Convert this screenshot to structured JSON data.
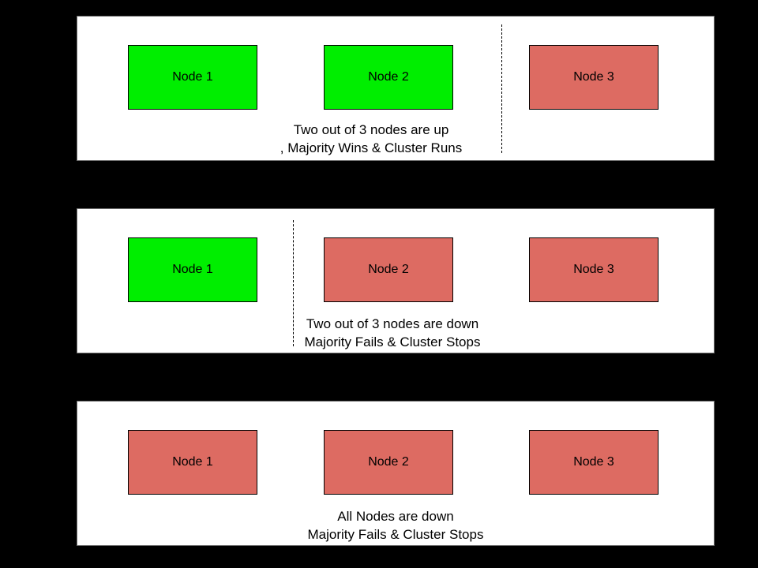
{
  "colors": {
    "background": "#000000",
    "panel_bg": "#ffffff",
    "panel_border": "#6e6e6e",
    "node_up": "#00ee00",
    "node_down": "#dd6b62",
    "node_border": "#000000",
    "text": "#000000"
  },
  "diagram": {
    "panels": [
      {
        "id": "scenario-two-up",
        "nodes": [
          {
            "label": "Node 1",
            "status": "up"
          },
          {
            "label": "Node 2",
            "status": "up"
          },
          {
            "label": "Node 3",
            "status": "down"
          }
        ],
        "partition_line": "between Node 2 and Node 3",
        "caption_line1": "Two out of 3 nodes are up",
        "caption_line2": ", Majority Wins & Cluster Runs"
      },
      {
        "id": "scenario-two-down",
        "nodes": [
          {
            "label": "Node 1",
            "status": "up"
          },
          {
            "label": "Node 2",
            "status": "down"
          },
          {
            "label": "Node 3",
            "status": "down"
          }
        ],
        "partition_line": "between Node 1 and Node 2",
        "caption_line1": "Two out of 3 nodes are down",
        "caption_line2": "Majority Fails & Cluster Stops"
      },
      {
        "id": "scenario-all-down",
        "nodes": [
          {
            "label": "Node 1",
            "status": "down"
          },
          {
            "label": "Node 2",
            "status": "down"
          },
          {
            "label": "Node 3",
            "status": "down"
          }
        ],
        "partition_line": null,
        "caption_line1": "All Nodes are down",
        "caption_line2": "Majority Fails & Cluster Stops"
      }
    ]
  }
}
